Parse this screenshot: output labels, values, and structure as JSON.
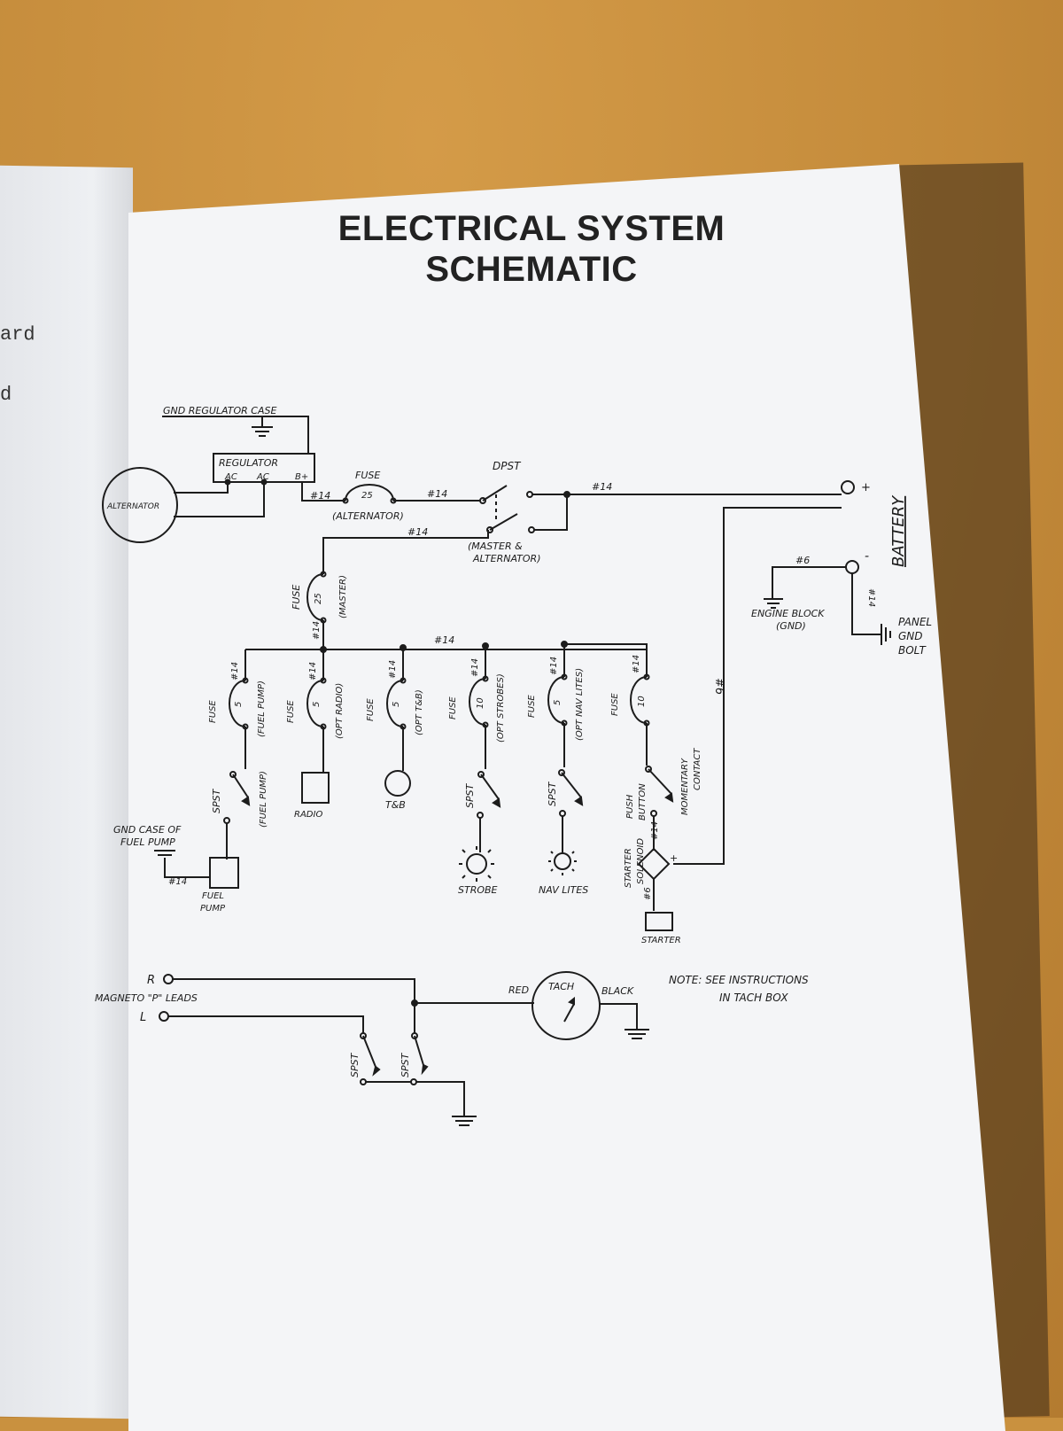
{
  "page": {
    "title_line1": "ELECTRICAL SYSTEM",
    "title_line2": "SCHEMATIC",
    "left_page_fragments": [
      "ard",
      "d"
    ]
  },
  "labels": {
    "gnd_regulator_case": "GND REGULATOR CASE",
    "regulator": "REGULATOR",
    "ac1": "AC",
    "ac2": "AC",
    "b_plus": "B+",
    "alternator": "ALTERNATOR",
    "fuse_alt": "FUSE",
    "fuse_alt_val": "25",
    "alt_paren": "(ALTERNATOR)",
    "dpst": "DPST",
    "master_alt_1": "(MASTER &",
    "master_alt_2": "ALTERNATOR)",
    "wire14_a": "#14",
    "wire14_b": "#14",
    "wire14_c": "#14",
    "wire14_d": "#14",
    "wire14_bus": "#14",
    "battery": "BATTERY",
    "plus": "+",
    "minus": "-",
    "wire6_bat": "#6",
    "wire14_bat": "#14",
    "engine_block_1": "ENGINE BLOCK",
    "engine_block_2": "(GND)",
    "panel_gnd_1": "PANEL",
    "panel_gnd_2": "GND",
    "panel_gnd_3": "BOLT",
    "fuse_master": "FUSE",
    "fuse_master_val": "25",
    "fuse_master_paren": "(MASTER)",
    "fuse_master_wire": "#14",
    "wire6_starter": "#6",
    "branches": [
      {
        "wire": "#14",
        "fuse": "FUSE",
        "val": "5",
        "paren": "(FUEL PUMP)"
      },
      {
        "wire": "#14",
        "fuse": "FUSE",
        "val": "5",
        "paren": "(OPT RADIO)"
      },
      {
        "wire": "#14",
        "fuse": "FUSE",
        "val": "5",
        "paren": "(OPT T&B)"
      },
      {
        "wire": "#14",
        "fuse": "FUSE",
        "val": "10",
        "paren": "(OPT STROBES)"
      },
      {
        "wire": "#14",
        "fuse": "FUSE",
        "val": "5",
        "paren": "(OPT NAV LITES)"
      },
      {
        "wire": "#14",
        "fuse": "FUSE",
        "val": "10",
        "paren": ""
      }
    ],
    "spst_fuel": "SPST",
    "fuel_pump_paren": "(FUEL PUMP)",
    "gnd_case_fuel_1": "GND CASE OF",
    "gnd_case_fuel_2": "FUEL PUMP",
    "fuel_wire": "#14",
    "fuel_pump_1": "FUEL",
    "fuel_pump_2": "PUMP",
    "radio": "RADIO",
    "tb": "T&B",
    "spst_strobe": "SPST",
    "strobe": "STROBE",
    "spst_nav": "SPST",
    "nav_lites": "NAV LITES",
    "push_button_1": "PUSH",
    "push_button_2": "BUTTON",
    "momentary_1": "MOMENTARY",
    "momentary_2": "CONTACT",
    "starter_solenoid_1": "STARTER",
    "starter_solenoid_2": "SOLENOID",
    "solenoid_wire14": "#14",
    "solenoid_wire6": "#6",
    "solenoid_plus": "+",
    "starter": "STARTER",
    "mag_r": "R",
    "mag_l": "L",
    "magneto_leads": "MAGNETO \"P\" LEADS",
    "spst_mag1": "SPST",
    "spst_mag2": "SPST",
    "red": "RED",
    "tach": "TACH",
    "black": "BLACK",
    "note_1": "NOTE: SEE INSTRUCTIONS",
    "note_2": "IN TACH BOX"
  }
}
